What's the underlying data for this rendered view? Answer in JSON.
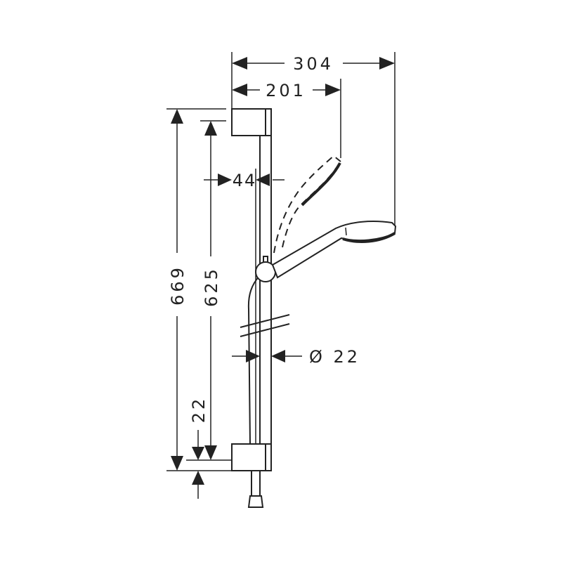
{
  "drawing": {
    "title": "Shower rail set dimension drawing",
    "dimensions": {
      "overall_width": "304",
      "head_width": "201",
      "rail_offset": "44",
      "total_height": "669",
      "rail_length": "625",
      "bracket_height": "22",
      "rail_diameter": "Ø 22"
    },
    "colors": {
      "line": "#222222",
      "background": "#ffffff"
    }
  }
}
